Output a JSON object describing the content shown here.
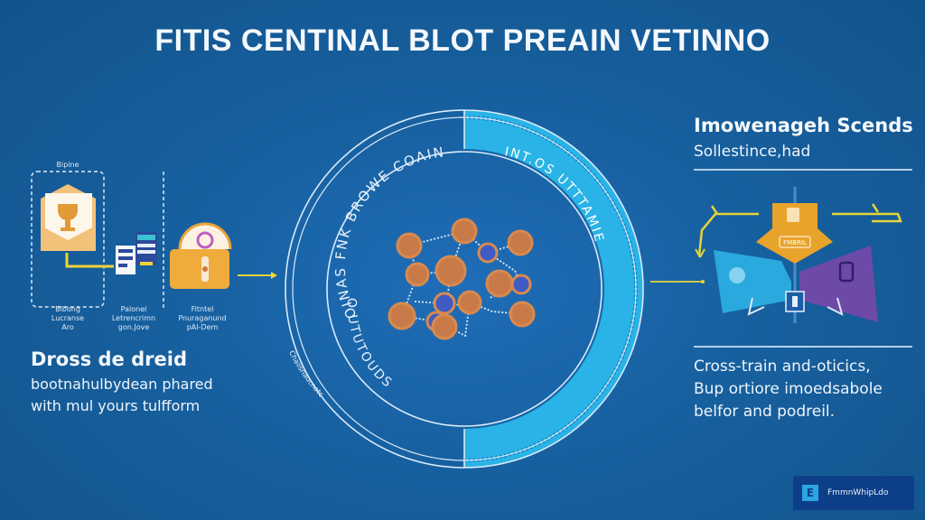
{
  "title": "FITIS CENTINAL BLOT PREAIN VETINNO",
  "left": {
    "box_caption": "Bipine",
    "steps": [
      {
        "label": "Bibong",
        "sub1": "Lucranse",
        "sub2": "Aro",
        "icon": "trophy-envelope-icon"
      },
      {
        "label": "Palonel",
        "sub1": "Letrencrimn",
        "sub2": "gon.Jove",
        "icon": "documents-icon"
      },
      {
        "label": "Fitntel",
        "sub1": "Pnuraganund",
        "sub2": "pAl-Dem",
        "icon": "bag-icon"
      }
    ],
    "heading": "Dross de dreid",
    "body_lines": [
      "bootnahulbydean phared",
      "with mul yours tulfform"
    ]
  },
  "center": {
    "outer_ring_text": "OINAS FNK BROWE COAIN",
    "inner_bottom_text": "O UTUTOUDS",
    "highlight_text": "INT.OS UTTTAMIE",
    "outer_side_text": "Chaiisnaucnotc",
    "colors": {
      "ring": "#d9ebfa",
      "highlight": "#29b3e6",
      "coin": "#d98a4e",
      "coin_blue": "#3f5bc4"
    }
  },
  "right": {
    "heading": "Imowenageh Scends",
    "subheading": "Sollestince,had",
    "center_box_label": "FMBRIL",
    "body_lines": [
      "Cross-train and-oticics,",
      "Bup ortiore imoedsabole",
      "belfor and podreil."
    ],
    "colors": {
      "orange": "#e8a32a",
      "blue": "#29a9de",
      "purple": "#6d4aa8",
      "arrow": "#e7d43a"
    }
  },
  "badge": {
    "icon": "E",
    "text": "FmmnWhipLdo"
  }
}
